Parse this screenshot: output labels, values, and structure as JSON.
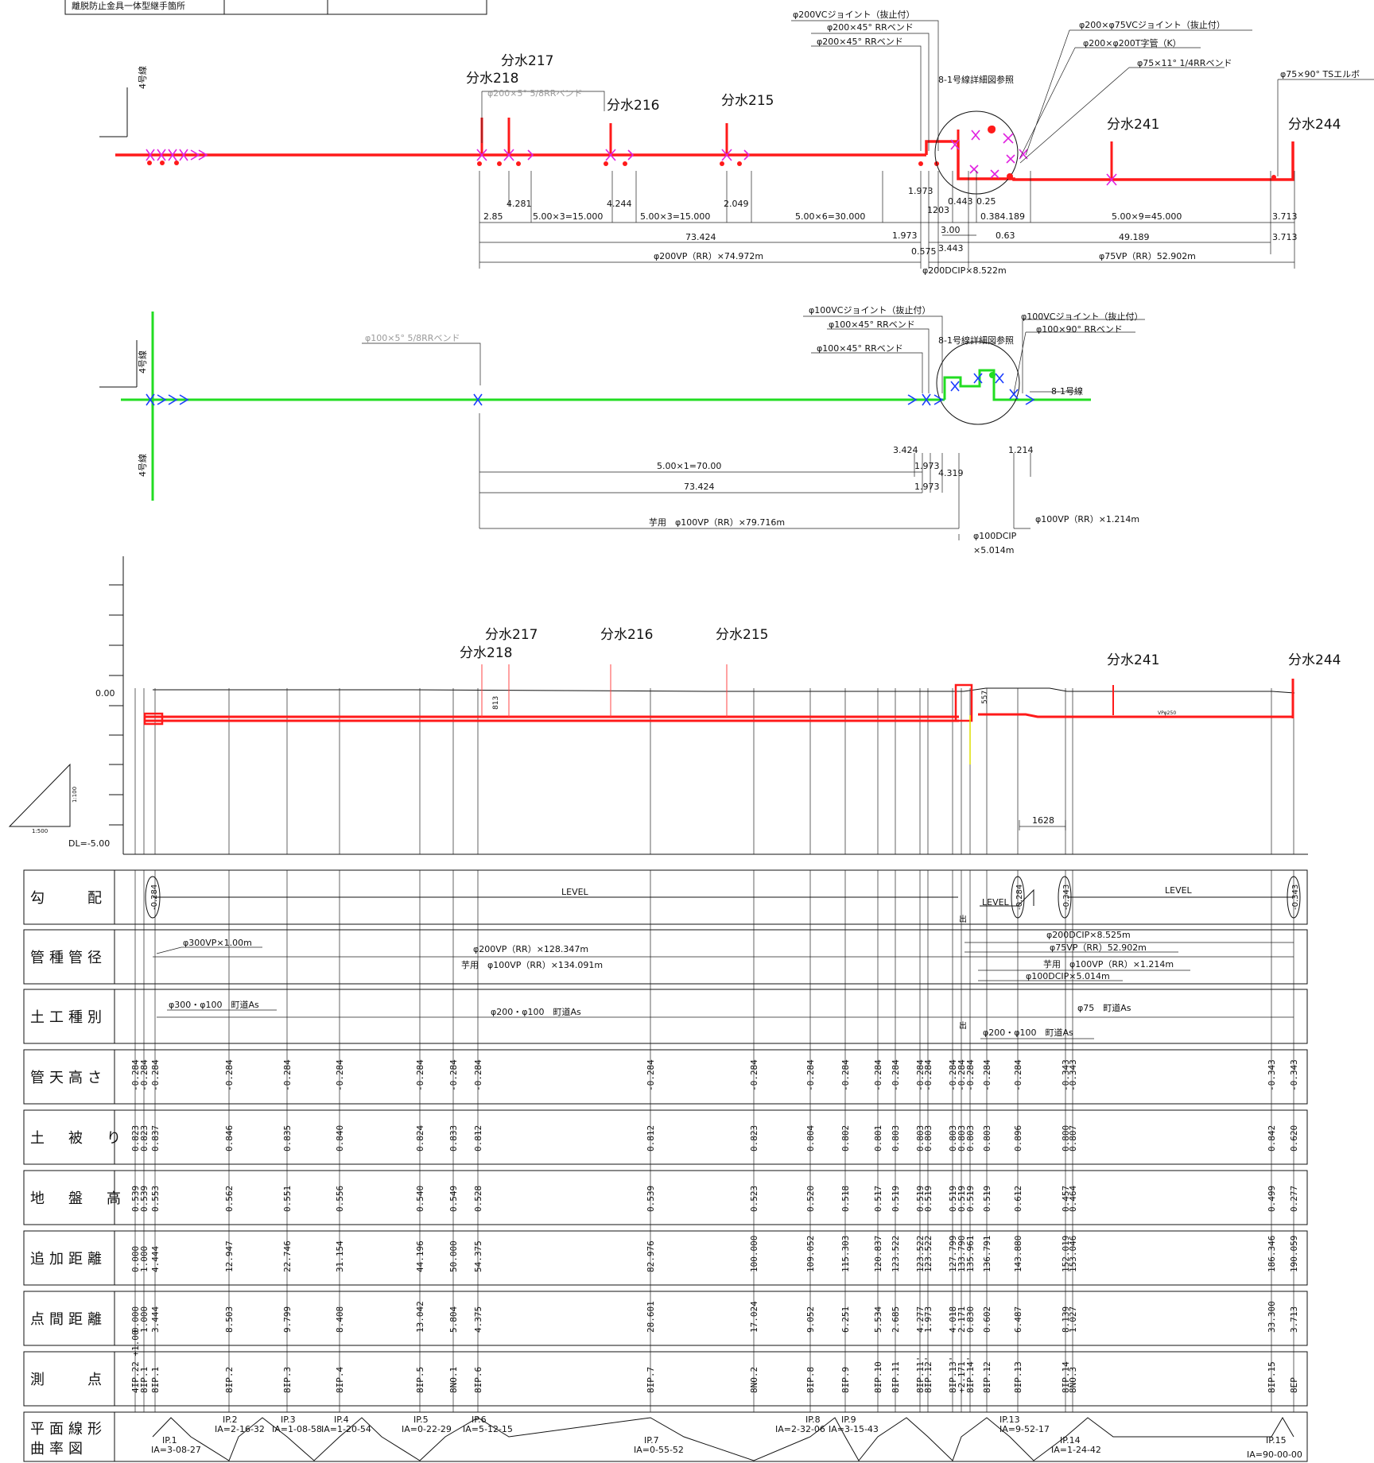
{
  "title_block": {
    "cell_1": "離脱防止金具一体型継手箇所"
  },
  "plan1": {
    "branches": [
      "分水218",
      "分水217",
      "分水216",
      "分水215",
      "分水241",
      "分水244"
    ],
    "line_label": "4号線",
    "callouts": [
      "φ200VCジョイント（抜止付）",
      "φ200×45° RRベンド",
      "φ200×45° RRベンド",
      "φ200×φ75VCジョイント（抜止付）",
      "φ200×φ200T字管（K）",
      "φ75×11° 1/4RRベンド",
      "φ75×90° TSエルボ",
      "8-1号線詳細図参照"
    ],
    "gray_note": "φ200×5° 5/8RRベンド",
    "dims": [
      "4.281",
      "4.244",
      "2.049",
      "2.85",
      "5.00×3=15.000",
      "5.00×3=15.000",
      "5.00×6=30.000",
      "1.973",
      "1203",
      "0.443",
      "0.25",
      "0.384.189",
      "5.00×9=45.000",
      "3.713",
      "73.424",
      "1.973",
      "3.00",
      "0.63",
      "49.189",
      "3.713",
      "0.575",
      "3.443"
    ],
    "totals": [
      "φ200VP（RR）×74.972m",
      "φ75VP（RR）52.902m",
      "φ200DCIP×8.522m"
    ]
  },
  "plan2": {
    "line_label": "4号線",
    "line_label_2": "4号線",
    "callouts": [
      "φ100VCジョイント（抜止付）",
      "φ100×45° RRベンド",
      "φ100×45° RRベンド",
      "φ100VCジョイント（抜止付）",
      "φ100×90° RRベンド",
      "8-1号線詳細図参照",
      "8-1号線"
    ],
    "gray_note": "φ100×5° 5/8RRベンド",
    "dims": [
      "3.424",
      "1.973",
      "4.319",
      "1.214",
      "5.00×1=70.00",
      "73.424",
      "1.973"
    ],
    "totals": [
      "芋用　φ100VP（RR）×79.716m",
      "φ100VP（RR）×1.214m",
      "φ100DCIP",
      "×5.014m"
    ]
  },
  "profile": {
    "branches": [
      "分水218",
      "分水217",
      "分水216",
      "分水215",
      "分水241",
      "分水244"
    ],
    "datum_label": "0.00",
    "dl_label": "DL=-5.00",
    "scale_h": "1:500",
    "scale_v": "1:100",
    "dim_1628": "1628",
    "small": [
      "813",
      "557",
      "VPφ250"
    ]
  },
  "rows": [
    {
      "label": "勾　　配"
    },
    {
      "label": "管種管径"
    },
    {
      "label": "土工種別"
    },
    {
      "label": "管天高さ"
    },
    {
      "label": "土　被　り"
    },
    {
      "label": "地　盤　高"
    },
    {
      "label": "追加距離"
    },
    {
      "label": "点間距離"
    },
    {
      "label": "測　　点"
    },
    {
      "label": "平面線形曲率図"
    }
  ],
  "gradient": {
    "level_1": "LEVEL",
    "level_2": "LEVEL",
    "level_3": "LEVEL",
    "ovals": [
      "-0.284",
      "-0.284",
      "-0.343",
      "-0.343"
    ],
    "exit": "出"
  },
  "pipe": [
    "φ300VP×1.00m",
    "φ200VP（RR）×128.347m",
    "芋用　φ100VP（RR）×134.091m",
    "φ200DCIP×8.525m",
    "φ75VP（RR）52.902m",
    "芋用　φ100VP（RR）×1.214m",
    "φ100DCIP×5.014m"
  ],
  "earthwork": [
    "φ300・φ100　町道As",
    "φ200・φ100　町道As",
    "φ75　町道As",
    "φ200・φ100　町道As",
    "出"
  ],
  "stations": {
    "x": [
      170,
      181,
      195,
      288,
      361,
      427,
      528,
      570,
      601,
      818,
      948,
      1019,
      1063,
      1104,
      1126,
      1157,
      1167,
      1198,
      1209,
      1220,
      1241,
      1280,
      1340,
      1349,
      1599,
      1627
    ],
    "top": [
      "-0.284",
      "-0.284",
      "-0.284",
      "-0.284",
      "-0.284",
      "-0.284",
      "-0.284",
      "-0.284",
      "-0.284",
      "-0.284",
      "-0.284",
      "-0.284",
      "-0.284",
      "-0.284",
      "-0.284",
      "-0.284",
      "-0.284",
      "-0.284",
      "-0.284",
      "-0.284",
      "-0.284",
      "-0.284",
      "-0.343",
      "-0.343",
      "-0.343",
      "-0.343"
    ],
    "cover": [
      "0.823",
      "0.823",
      "0.837",
      "0.846",
      "0.835",
      "0.840",
      "0.824",
      "0.833",
      "0.812",
      "0.812",
      "0.823",
      "0.804",
      "0.802",
      "0.801",
      "0.803",
      "0.803",
      "0.803",
      "0.803",
      "0.803",
      "0.803",
      "0.803",
      "0.896",
      "0.800",
      "0.807",
      "0.842",
      "0.620"
    ],
    "ground": [
      "0.539",
      "0.539",
      "0.553",
      "0.562",
      "0.551",
      "0.556",
      "0.540",
      "0.549",
      "0.528",
      "0.539",
      "0.523",
      "0.520",
      "0.518",
      "0.517",
      "0.519",
      "0.519",
      "0.519",
      "0.519",
      "0.519",
      "0.519",
      "0.519",
      "0.612",
      "0.457",
      "0.464",
      "0.499",
      "0.277"
    ],
    "added": [
      "0.000",
      "1.000",
      "4.444",
      "12.947",
      "22.746",
      "31.154",
      "44.196",
      "50.000",
      "54.375",
      "82.976",
      "100.000",
      "109.052",
      "115.303",
      "120.837",
      "123.522",
      "123.522",
      "123.522",
      "127.799",
      "133.790",
      "135.961",
      "136.791",
      "143.880",
      "152.019",
      "153.046",
      "186.346",
      "190.059"
    ],
    "interval": [
      "0.000",
      "1.000",
      "3.444",
      "8.503",
      "9.799",
      "8.408",
      "13.042",
      "5.804",
      "4.375",
      "28.601",
      "17.024",
      "9.052",
      "6.251",
      "5.534",
      "2.685",
      "4.277",
      "1.973",
      "4.018",
      "2.171",
      "0.830",
      "0.602",
      "6.487",
      "8.139",
      "1.027",
      "33.300",
      "3.713"
    ],
    "names": [
      "4IP.22 +1.00",
      "8IP.1",
      "8IP.1",
      "8IP.2",
      "8IP.3",
      "8IP.4",
      "8IP.5",
      "8NO.1",
      "8IP.6",
      "8IP.7",
      "8NO.2",
      "8IP.8",
      "8IP.9",
      "8IP.10",
      "8IP.11",
      "8IP.11'",
      "8IP.12'",
      "8IP.13'",
      "+2.171",
      "8IP.14'",
      "8IP.12",
      "8IP.13",
      "8IP.14",
      "8NO.3",
      "8IP.15",
      "8EP"
    ]
  },
  "curves": [
    "IP.1",
    "IA=3-08-27",
    "IP.2",
    "IA=2-16-32",
    "IP.3",
    "IA=1-08-58",
    "IP.4",
    "IA=1-20-54",
    "IP.5",
    "IA=0-22-29",
    "IP.6",
    "IA=5-12-15",
    "IP.7",
    "IA=0-55-52",
    "IP.8",
    "IA=2-32-06",
    "IP.9",
    "IA=3-15-43",
    "IP.13",
    "IA=9-52-17",
    "IP.14",
    "IA=1-24-42",
    "IP.15",
    "IA=90-00-00"
  ],
  "colors": {
    "pipe_red": "#ff1a1a",
    "pipe_green": "#22dd22",
    "fitting_magenta": "#e020e0",
    "fitting_blue": "#1a3cff",
    "yellow": "#dddd00"
  }
}
